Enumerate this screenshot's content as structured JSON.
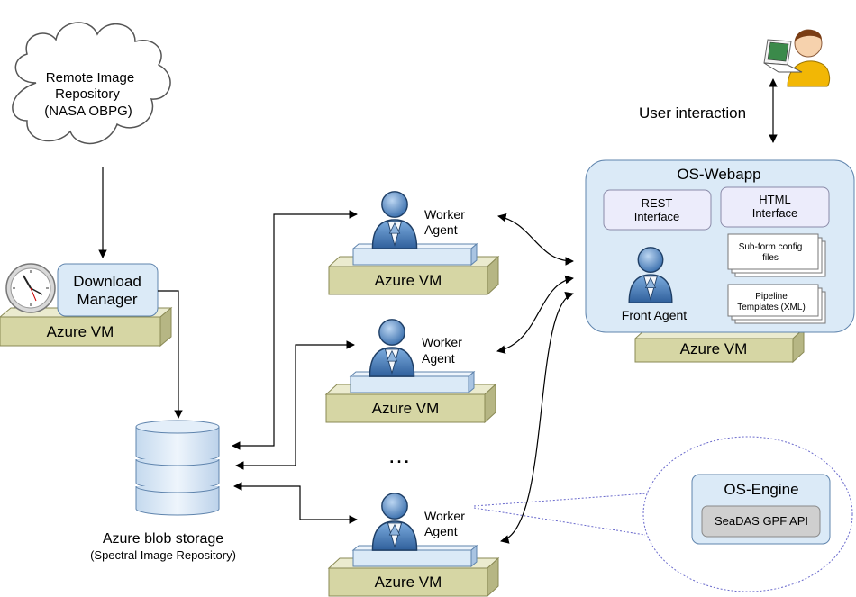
{
  "remote_repo": {
    "lines": [
      "Remote Image",
      "Repository",
      "(NASA OBPG)"
    ]
  },
  "download_manager": {
    "lines": [
      "Download",
      "Manager"
    ],
    "vm_label": "Azure VM"
  },
  "blob_storage": {
    "title": "Azure blob storage",
    "subtitle": "(Spectral Image Repository)"
  },
  "workers": [
    {
      "agent_lines": [
        "Worker",
        "Agent"
      ],
      "vm_label": "Azure VM"
    },
    {
      "agent_lines": [
        "Worker",
        "Agent"
      ],
      "vm_label": "Azure VM"
    },
    {
      "agent_lines": [
        "Worker",
        "Agent"
      ],
      "vm_label": "Azure VM"
    }
  ],
  "ellipsis": "…",
  "user_interaction": "User interaction",
  "webapp": {
    "title": "OS-Webapp",
    "rest_lines": [
      "REST",
      "Interface"
    ],
    "html_lines": [
      "HTML",
      "Interface"
    ],
    "subform_lines": [
      "Sub-form config",
      "files"
    ],
    "pipeline_lines": [
      "Pipeline",
      "Templates (XML)"
    ],
    "front_agent": "Front Agent",
    "vm_label": "Azure VM"
  },
  "engine": {
    "title": "OS-Engine",
    "api": "SeaDAS GPF API"
  },
  "colors": {
    "vm_box": "#d6d6a4",
    "vm_edge": "#8a8a55",
    "light_blue": "#dbeaf7",
    "blue_edge": "#5f84ad",
    "interface_box": "#ececfb",
    "api_box": "#cfcfcf",
    "agent_blue": "#6d9fd4"
  }
}
